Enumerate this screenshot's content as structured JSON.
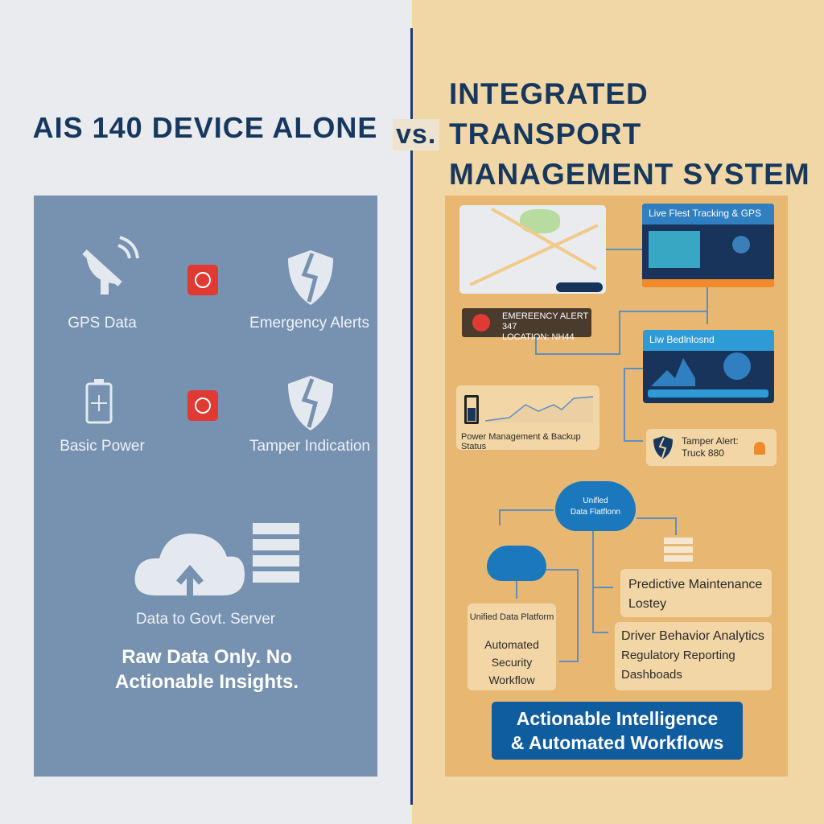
{
  "left": {
    "title": "AIS 140 DEVICE ALONE",
    "items": [
      {
        "label": "GPS Data",
        "icon": "satellite-dish-icon"
      },
      {
        "label": "Emergency Alerts",
        "icon": "broken-shield-icon"
      },
      {
        "label": "Basic Power",
        "icon": "battery-icon"
      },
      {
        "label": "Tamper Indication",
        "icon": "broken-shield-icon"
      }
    ],
    "server_label": "Data to Govt. Server",
    "conclusion": "Raw Data Only. No Actionable Insights."
  },
  "vs": "vs.",
  "right": {
    "title_lines": [
      "INTEGRATED",
      "TRANSPORT",
      "MANAGEMENT SYSTEM"
    ],
    "tracking_title": "Live Flest Tracking & GPS",
    "emergency": {
      "line1": "EMEREENCY ALERT 347",
      "line2": "LOCATION: NH44"
    },
    "dashboard_title": "Liw Bedlnlosnd",
    "power_label": "Power Management & Backup Status",
    "tamper": {
      "line1": "Tamper Alert:",
      "line2": "Truck 880"
    },
    "cloud_label": {
      "line1": "Unifled",
      "line2": "Data Flatflonn"
    },
    "workflow_box": {
      "heading": "Unified Data Platform",
      "lines": [
        "Automated",
        "Security",
        "Workflow"
      ]
    },
    "maintenance_box": {
      "lines": [
        "Predictive Maintenance",
        "Lostey"
      ]
    },
    "analytics_box": {
      "lines": [
        "Driver Behavior Analytics",
        "Regulatory Reporting",
        "Dashboads"
      ]
    },
    "conclusion": "Actionable Intelligence & Automated Workflows"
  },
  "colors": {
    "left_panel": "#7791b1",
    "right_panel": "#e8b873",
    "accent_blue": "#0f5c9e",
    "alert_red": "#e03a33",
    "title_navy": "#17385e"
  }
}
